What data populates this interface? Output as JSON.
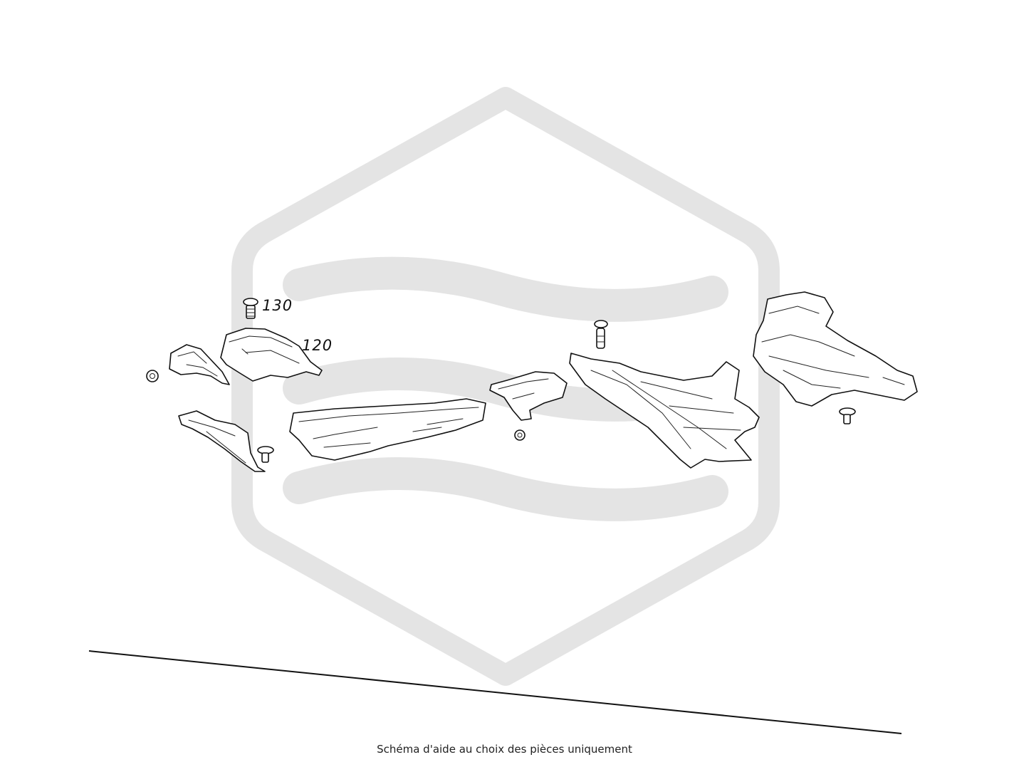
{
  "diagram": {
    "callouts": [
      {
        "id": "130",
        "label": "130"
      },
      {
        "id": "120",
        "label": "120"
      }
    ],
    "watermark_icon": "brand-hexagon-logo",
    "watermark_color": "#e4e4e4",
    "line_color": "#111111"
  },
  "caption": "Schéma d'aide au choix des pièces uniquement"
}
